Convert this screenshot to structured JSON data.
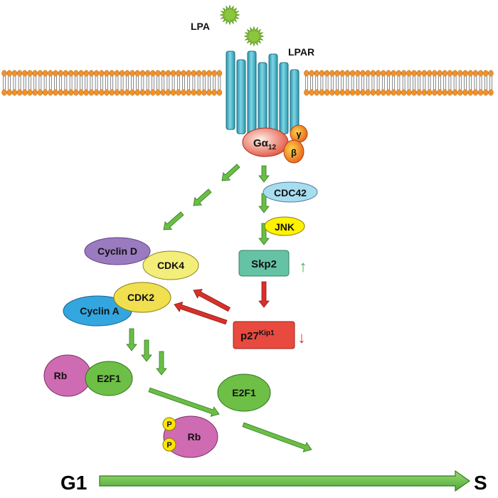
{
  "ligand": {
    "label": "LPA"
  },
  "receptor": {
    "label": "LPAR"
  },
  "g_protein": {
    "alpha_label": "Gα",
    "alpha_subscript": "12",
    "beta_label": "β",
    "gamma_label": "γ"
  },
  "nodes": {
    "cdc42": "CDC42",
    "jnk": "JNK",
    "skp2": "Skp2",
    "p27": "p27",
    "p27_superscript": "Kip1",
    "cyclin_d": "Cyclin D",
    "cdk4": "CDK4",
    "cdk2": "CDK2",
    "cyclin_a": "Cyclin A",
    "rb": "Rb",
    "e2f1_bound": "E2F1",
    "e2f1_free": "E2F1",
    "rb_phospho": "Rb",
    "phosphate": "P"
  },
  "indicators": {
    "skp2_up": "↑",
    "p27_down": "↓"
  },
  "phases": {
    "start": "G1",
    "end": "S"
  },
  "colors": {
    "membrane_head": "#F0922B",
    "receptor": "#3AB4C9",
    "ligand": "#8CC63F",
    "g_alpha": "#E8735A",
    "g_beta_gamma": "#E8731F",
    "activation_arrow": "#6BBE45",
    "inhibition_arrow": "#D9302A",
    "cdc42": "#A8DDF0",
    "jnk": "#FFF200",
    "skp2": "#66C2A5",
    "p27": "#E84A3F",
    "cyclin_d": "#9B7BC0",
    "cdk4": "#F3EE7A",
    "cdk2": "#F0E050",
    "cyclin_a": "#33A6E0",
    "rb": "#CF6BB2",
    "e2f1": "#6DBF45",
    "phosphate": "#FFE600"
  }
}
